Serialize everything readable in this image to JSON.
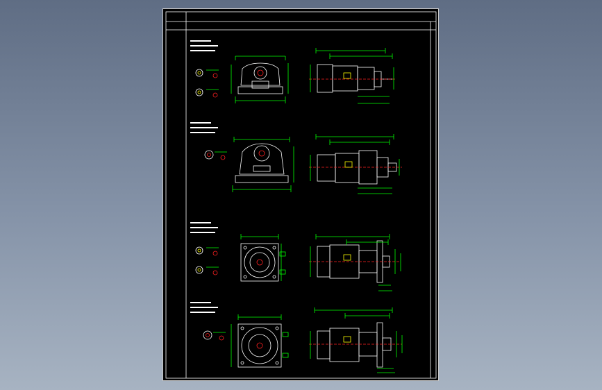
{
  "drawing": {
    "colors": {
      "frame": "#ffffff",
      "dimension": "#00ff00",
      "outline": "#ffffff",
      "accent": "#ff2020",
      "annotation": "#ffff00",
      "background": "#000000"
    },
    "sections": [
      {
        "id": "gearmotor-foot-mount-small",
        "notes": [
          "",
          "",
          ""
        ]
      },
      {
        "id": "gearmotor-foot-mount-large",
        "notes": [
          "",
          "",
          ""
        ]
      },
      {
        "id": "gearmotor-flange-mount-small",
        "notes": [
          "",
          "",
          ""
        ]
      },
      {
        "id": "gearmotor-flange-mount-large",
        "notes": [
          "",
          "",
          ""
        ]
      }
    ]
  }
}
